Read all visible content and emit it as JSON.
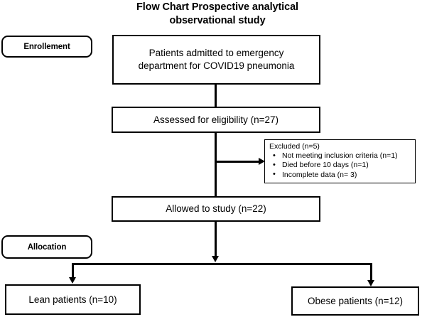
{
  "chart_data": {
    "type": "diagram",
    "title": "Flow Chart Prospective analytical observational study",
    "diagram_kind": "flowchart",
    "nodes": [
      {
        "id": "enrollment-stage",
        "label": "Enrollement",
        "shape": "rounded-pill",
        "role": "stage-label"
      },
      {
        "id": "admitted",
        "label": "Patients admitted to emergency department for COVID19 pneumonia",
        "shape": "rectangle",
        "n": null
      },
      {
        "id": "assessed",
        "label": "Assessed for eligibility (n=27)",
        "shape": "rectangle",
        "n": 27
      },
      {
        "id": "excluded",
        "label": "Excluded (n=5)",
        "shape": "rectangle",
        "n": 5
      },
      {
        "id": "allowed",
        "label": "Allowed to study (n=22)",
        "shape": "rectangle",
        "n": 22
      },
      {
        "id": "allocation-stage",
        "label": "Allocation",
        "shape": "rounded-pill",
        "role": "stage-label"
      },
      {
        "id": "lean",
        "label": "Lean patients (n=10)",
        "shape": "rectangle",
        "n": 10
      },
      {
        "id": "obese",
        "label": "Obese patients (n=12)",
        "shape": "rectangle",
        "n": 12
      }
    ],
    "edges": [
      {
        "from": "admitted",
        "to": "assessed"
      },
      {
        "from": "assessed",
        "to": "excluded",
        "direction": "right"
      },
      {
        "from": "assessed",
        "to": "allowed"
      },
      {
        "from": "allowed",
        "to": "lean"
      },
      {
        "from": "allowed",
        "to": "obese"
      }
    ]
  },
  "title": {
    "line1": "Flow Chart Prospective analytical",
    "line2": "observational study"
  },
  "stages": {
    "enrollment": "Enrollement",
    "allocation": "Allocation"
  },
  "boxes": {
    "admitted": {
      "line1": "Patients admitted to emergency",
      "line2": "department for COVID19 pneumonia"
    },
    "assessed": "Assessed for eligibility (n=27)",
    "allowed": "Allowed to study (n=22)",
    "lean": "Lean patients (n=10)",
    "obese": "Obese patients (n=12)"
  },
  "excluded": {
    "heading": "Excluded (n=5)",
    "items": [
      "Not meeting inclusion criteria (n=1)",
      "Died before 10 days (n=1)",
      "Incomplete data (n= 3)"
    ]
  },
  "colors": {
    "stroke": "#000000",
    "background": "#ffffff",
    "text": "#000000"
  }
}
